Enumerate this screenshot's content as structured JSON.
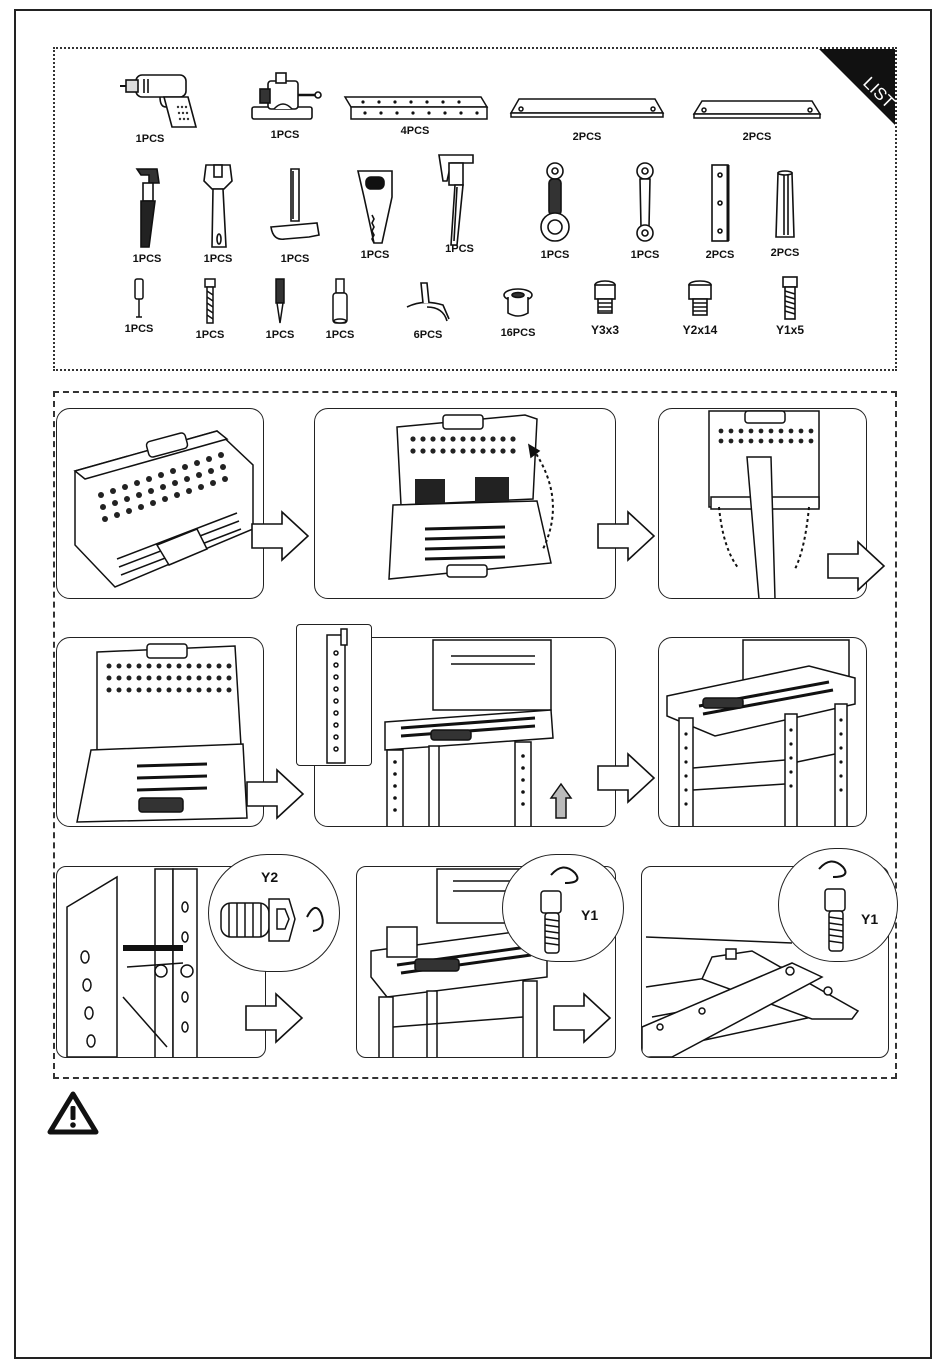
{
  "list_tab": "LIST",
  "parts": [
    {
      "icon": "drill-icon",
      "qty": "1PCS"
    },
    {
      "icon": "vise-icon",
      "qty": "1PCS"
    },
    {
      "icon": "perforated-rail-icon",
      "qty": "4PCS"
    },
    {
      "icon": "long-crossbar-icon",
      "qty": "2PCS"
    },
    {
      "icon": "short-crossbar-icon",
      "qty": "2PCS"
    },
    {
      "icon": "pipe-wrench-icon",
      "qty": "1PCS"
    },
    {
      "icon": "adjustable-wrench-icon",
      "qty": "1PCS"
    },
    {
      "icon": "hammer-icon",
      "qty": "1PCS"
    },
    {
      "icon": "saw-icon",
      "qty": "1PCS"
    },
    {
      "icon": "caliper-icon",
      "qty": "1PCS"
    },
    {
      "icon": "ratchet-wrench-icon",
      "qty": "1PCS"
    },
    {
      "icon": "combination-wrench-icon",
      "qty": "1PCS"
    },
    {
      "icon": "flat-bracket-icon",
      "qty": "2PCS"
    },
    {
      "icon": "leg-connector-icon",
      "qty": "2PCS"
    },
    {
      "icon": "screwdriver-icon",
      "qty": "1PCS"
    },
    {
      "icon": "drill-bit-icon",
      "qty": "1PCS"
    },
    {
      "icon": "phillips-bit-icon",
      "qty": "1PCS"
    },
    {
      "icon": "socket-bit-icon",
      "qty": "1PCS"
    },
    {
      "icon": "clip-icon",
      "qty": "6PCS"
    },
    {
      "icon": "nut-cap-icon",
      "qty": "16PCS"
    },
    {
      "icon": "bolt-y3-icon",
      "qty": "Y3x3"
    },
    {
      "icon": "bolt-y2-icon",
      "qty": "Y2x14"
    },
    {
      "icon": "bolt-y1-icon",
      "qty": "Y1x5"
    }
  ],
  "steps": {
    "step7_label": "Y2",
    "step8_label": "Y1",
    "step9_label": "Y1"
  },
  "warning_icon": "warning-triangle-icon"
}
